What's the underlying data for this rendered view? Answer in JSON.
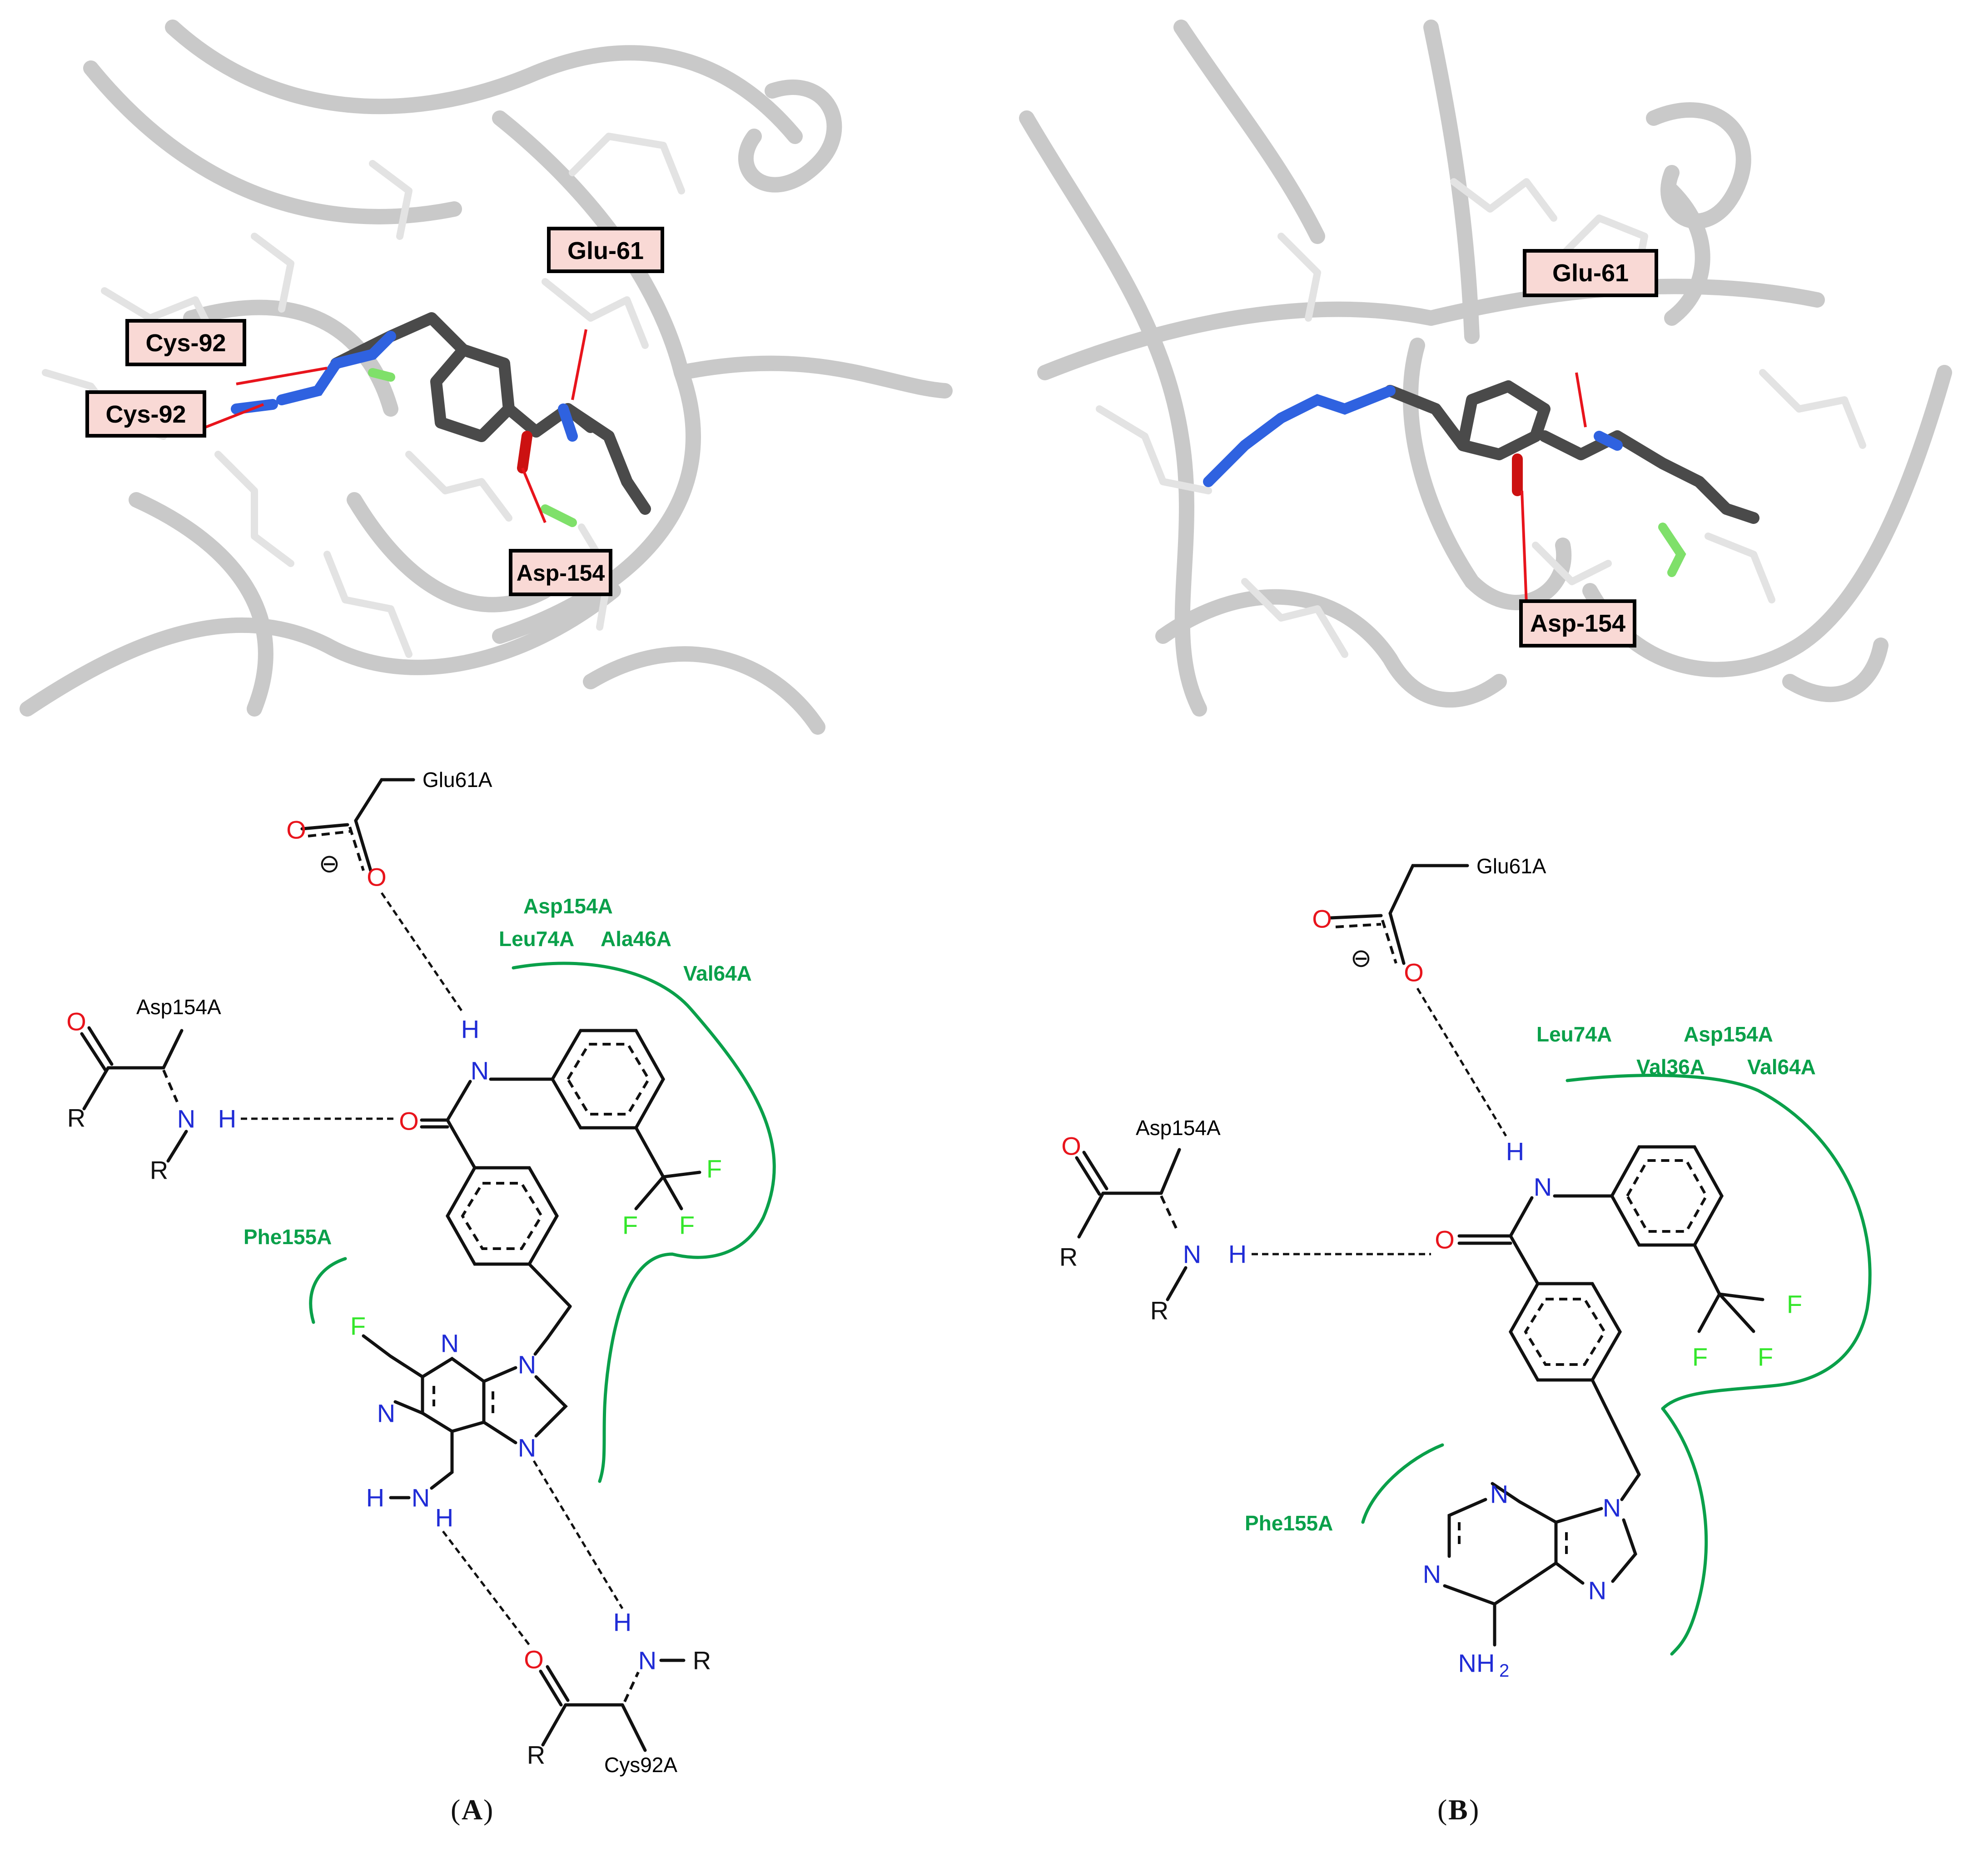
{
  "panels": {
    "A": {
      "caption_letter": "A",
      "structure_labels": {
        "glu": "Glu-61",
        "cys_upper": "Cys-92",
        "cys_lower": "Cys-92",
        "asp": "Asp-154"
      },
      "diagram": {
        "glu_residue": "Glu61A",
        "asp_residue": "Asp154A",
        "cys_residue": "Cys92A",
        "pocket_residues": [
          "Asp154A",
          "Leu74A",
          "Ala46A",
          "Val64A"
        ],
        "phe_residue": "Phe155A"
      }
    },
    "B": {
      "caption_letter": "B",
      "structure_labels": {
        "glu": "Glu-61",
        "asp": "Asp-154"
      },
      "diagram": {
        "glu_residue": "Glu61A",
        "asp_residue": "Asp154A",
        "pocket_residues": [
          "Leu74A",
          "Asp154A",
          "Val36A",
          "Val64A"
        ],
        "phe_residue": "Phe155A"
      }
    }
  },
  "atoms": {
    "O": "O",
    "N": "N",
    "H": "H",
    "F": "F",
    "R": "R",
    "NH2": "NH",
    "sub2": "2",
    "minus": "⊖"
  },
  "colors": {
    "oxygen": "#e8141c",
    "nitrogen": "#1f2bd6",
    "fluorine": "#33e62a",
    "pocket": "#0aa04a",
    "label_fill": "#f9d9d5",
    "hbond_red": "#e8141c"
  }
}
